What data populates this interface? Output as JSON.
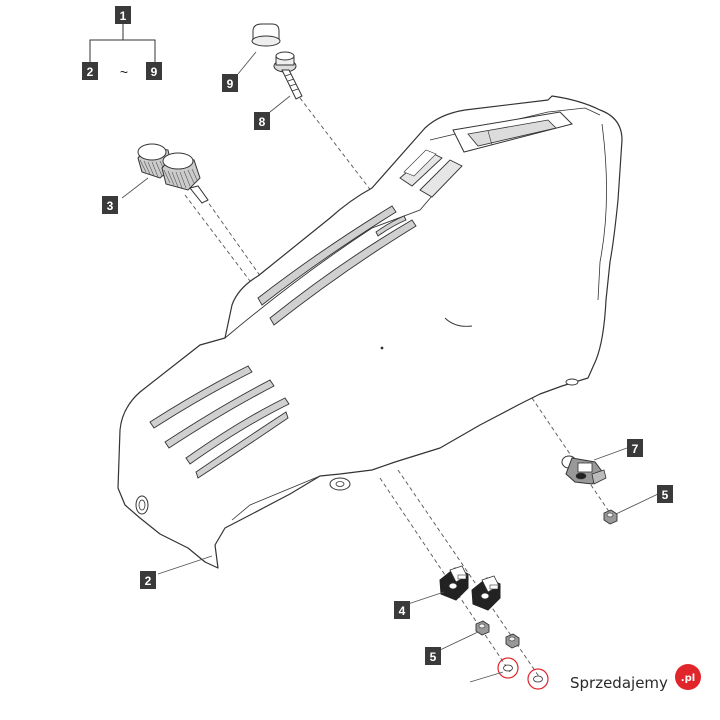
{
  "colors": {
    "callout_bg": "#3a3a3a",
    "callout_text": "#ffffff",
    "line": "#333333",
    "leader": "#555555",
    "watermark_text": "#2a2a2a",
    "watermark_badge": "#e0252b"
  },
  "header": {
    "assembly_label": "1",
    "range_start": "2",
    "range_separator": "~",
    "range_end": "9"
  },
  "callouts": {
    "hood": "2",
    "knobs": "3",
    "clip_pair": "4",
    "nut_right": "5",
    "nut_bottom": "5",
    "sensor": "7",
    "bolt": "8",
    "cap": "9"
  },
  "watermark": {
    "name": "Sprzedajemy",
    "badge": ".pl"
  }
}
